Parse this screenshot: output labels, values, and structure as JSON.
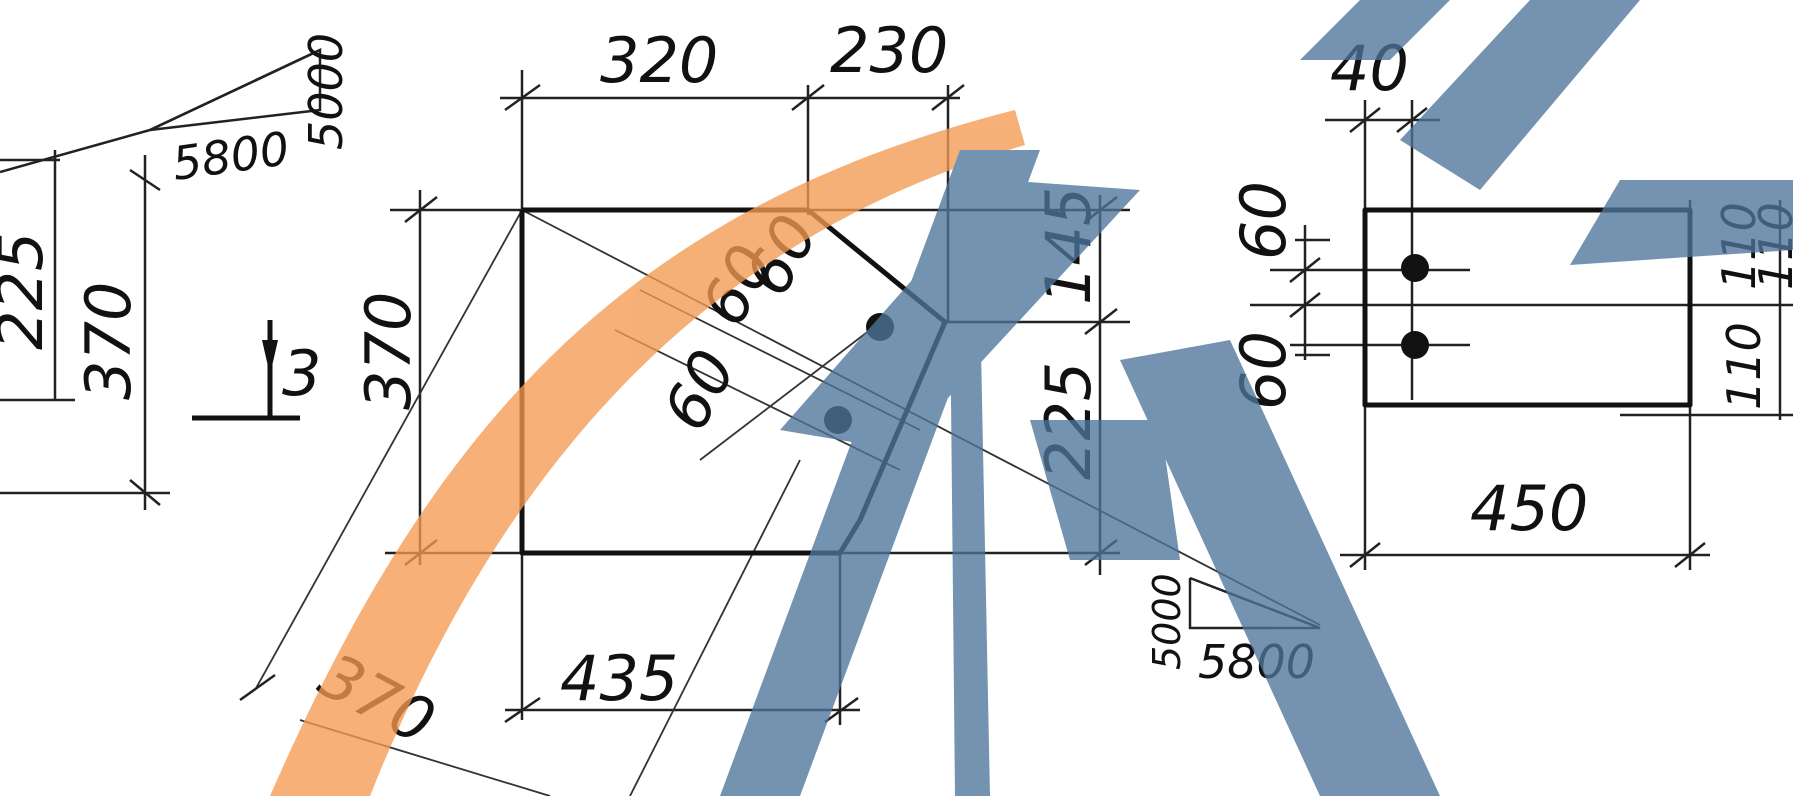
{
  "colors": {
    "ink": "#111111",
    "watermark_blue": "#3e6791",
    "watermark_orange": "#f08c3c",
    "background": "#ffffff"
  },
  "left_view": {
    "slope_run": "5800",
    "slope_rise": "5000",
    "dim_225": "225",
    "dim_370": "370",
    "section_mark": "3"
  },
  "plan_view": {
    "dim_top_left": "320",
    "dim_top_right": "230",
    "dim_left_height": "370",
    "dim_right_top": "145",
    "dim_right_bottom": "225",
    "dim_bolt_a": "60",
    "dim_bolt_b": "60",
    "dim_bolt_c": "60",
    "dim_bottom": "435",
    "dim_diagonal": "370",
    "slope_rise": "5000",
    "slope_run": "5800"
  },
  "right_view": {
    "dim_top": "40",
    "dim_bolt_upper": "60",
    "dim_bolt_lower": "60",
    "dim_side_upper": "110",
    "dim_side_lower": "110",
    "dim_side_far": "110",
    "dim_width": "450"
  }
}
